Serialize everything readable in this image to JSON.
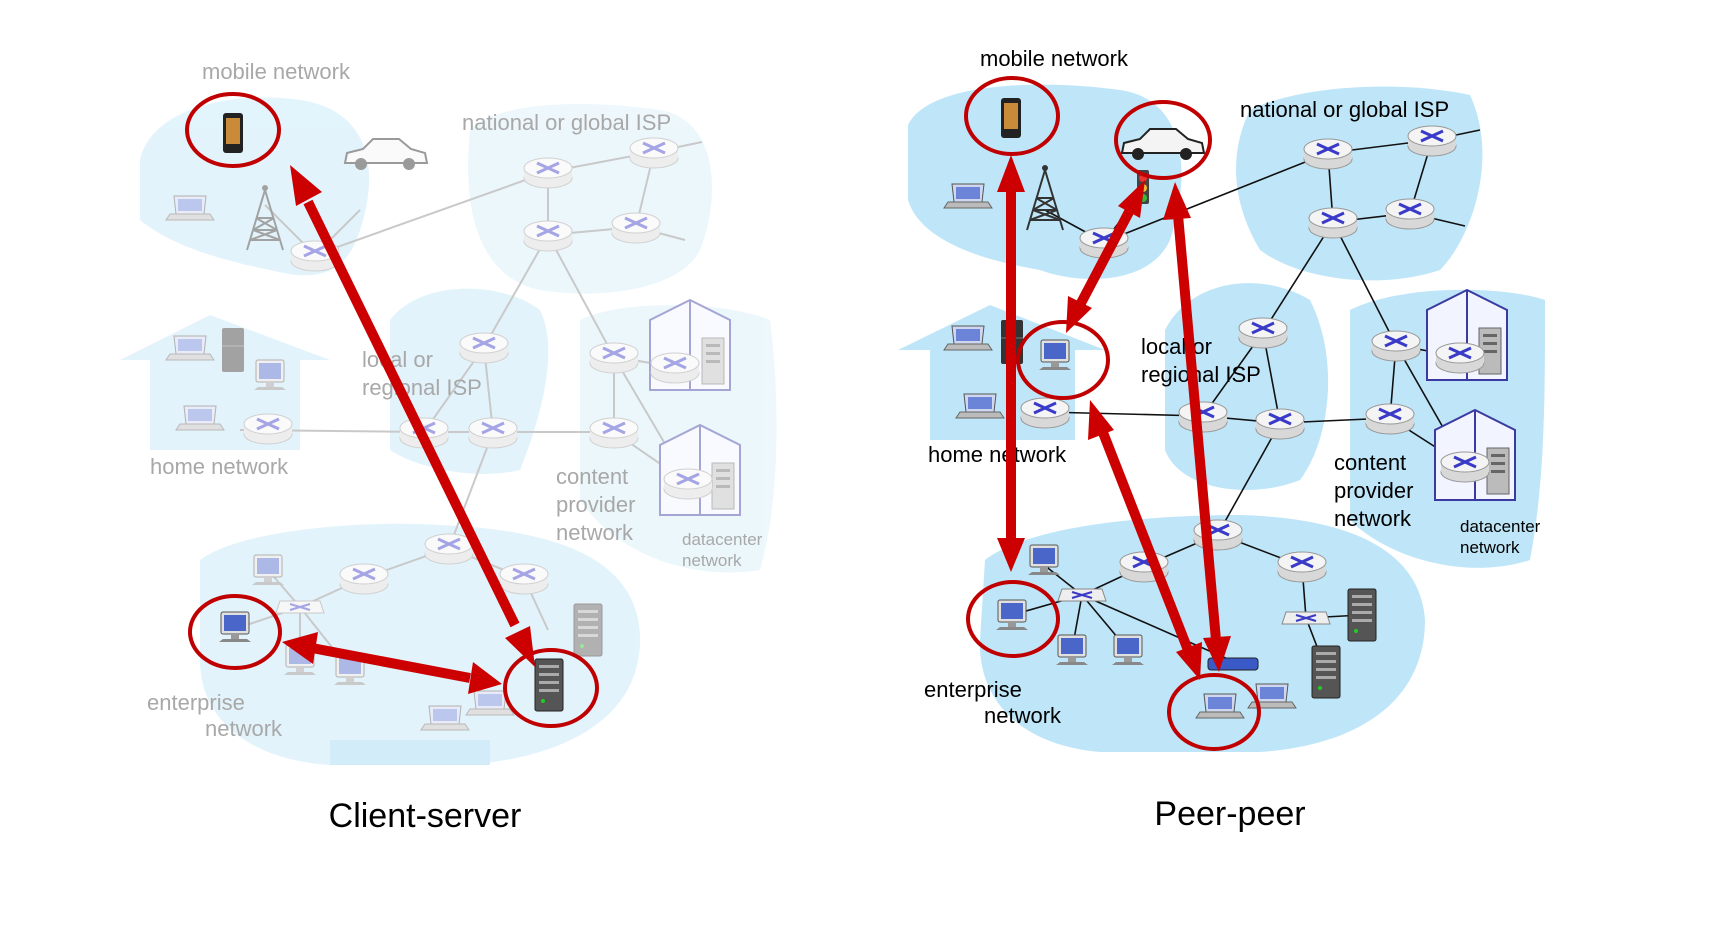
{
  "client_server": {
    "caption": "Client-server",
    "labels": {
      "mobile": "mobile network",
      "isp_global": "national or global ISP",
      "local_isp_1": "local or",
      "local_isp_2": "regional ISP",
      "home": "home network",
      "content_1": "content",
      "content_2": "provider",
      "content_3": "network",
      "datacenter_1": "datacenter",
      "datacenter_2": "network",
      "enterprise_1": "enterprise",
      "enterprise_2": "network"
    }
  },
  "peer_peer": {
    "caption": "Peer-peer",
    "labels": {
      "mobile": "mobile network",
      "isp_global": "national or global ISP",
      "local_isp_1": "local or",
      "local_isp_2": "regional ISP",
      "home": "home network",
      "content_1": "content",
      "content_2": "provider",
      "content_3": "network",
      "datacenter_1": "datacenter",
      "datacenter_2": "network",
      "enterprise_1": "enterprise",
      "enterprise_2": "network"
    }
  },
  "colors": {
    "highlight_red": "#c00000",
    "network_blue": "#bfe6f8",
    "faded_text": "#a8a8a8",
    "router_stroke": "#4a4ad0"
  }
}
